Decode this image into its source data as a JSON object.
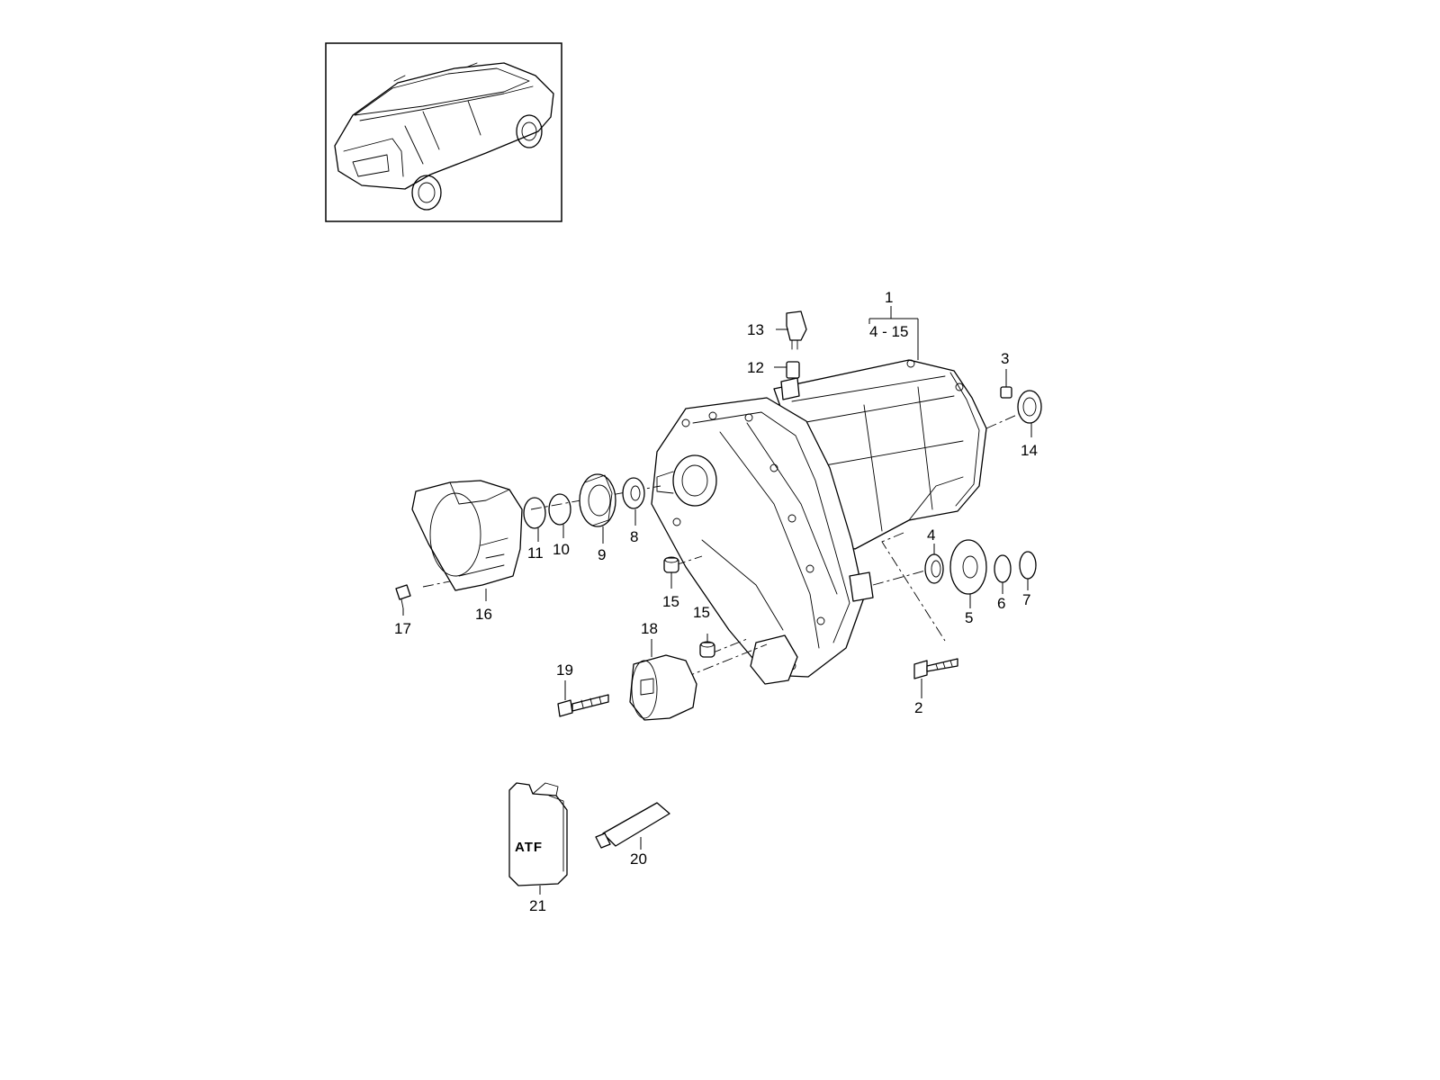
{
  "callouts": {
    "c1": "1",
    "c1_range": "4 - 15",
    "c2": "2",
    "c3": "3",
    "c4": "4",
    "c5": "5",
    "c6": "6",
    "c7": "7",
    "c8": "8",
    "c9": "9",
    "c10": "10",
    "c11": "11",
    "c12": "12",
    "c13": "13",
    "c14": "14",
    "c15a": "15",
    "c15b": "15",
    "c16": "16",
    "c17": "17",
    "c18": "18",
    "c19": "19",
    "c20": "20",
    "c21": "21"
  },
  "container_label": "ATF",
  "icons": {
    "thumbnail": "suv-vehicle-thumbnail",
    "assembly": "transfer-case-housing"
  },
  "colors": {
    "line": "#000000",
    "background": "#ffffff"
  }
}
